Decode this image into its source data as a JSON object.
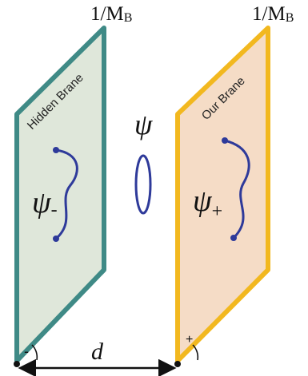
{
  "labels": {
    "left_scale": "1/M",
    "left_scale_sub": "B",
    "right_scale": "1/M",
    "right_scale_sub": "B",
    "hidden_brane": "Hidden Brane",
    "our_brane": "Our Brane",
    "psi_center": "ψ",
    "psi_minus_symbol": "ψ",
    "psi_minus_sign": "-",
    "psi_plus_symbol": "ψ",
    "psi_plus_sign": "+",
    "left_angle_sign": "-",
    "right_angle_sign": "+",
    "distance": "d"
  },
  "colors": {
    "hidden_brane_fill": "#dfe7da",
    "hidden_brane_stroke": "#3f8a86",
    "our_brane_fill": "#f5dcc6",
    "our_brane_stroke": "#f2b81f",
    "string": "#2e3a9a",
    "text": "#111111"
  }
}
